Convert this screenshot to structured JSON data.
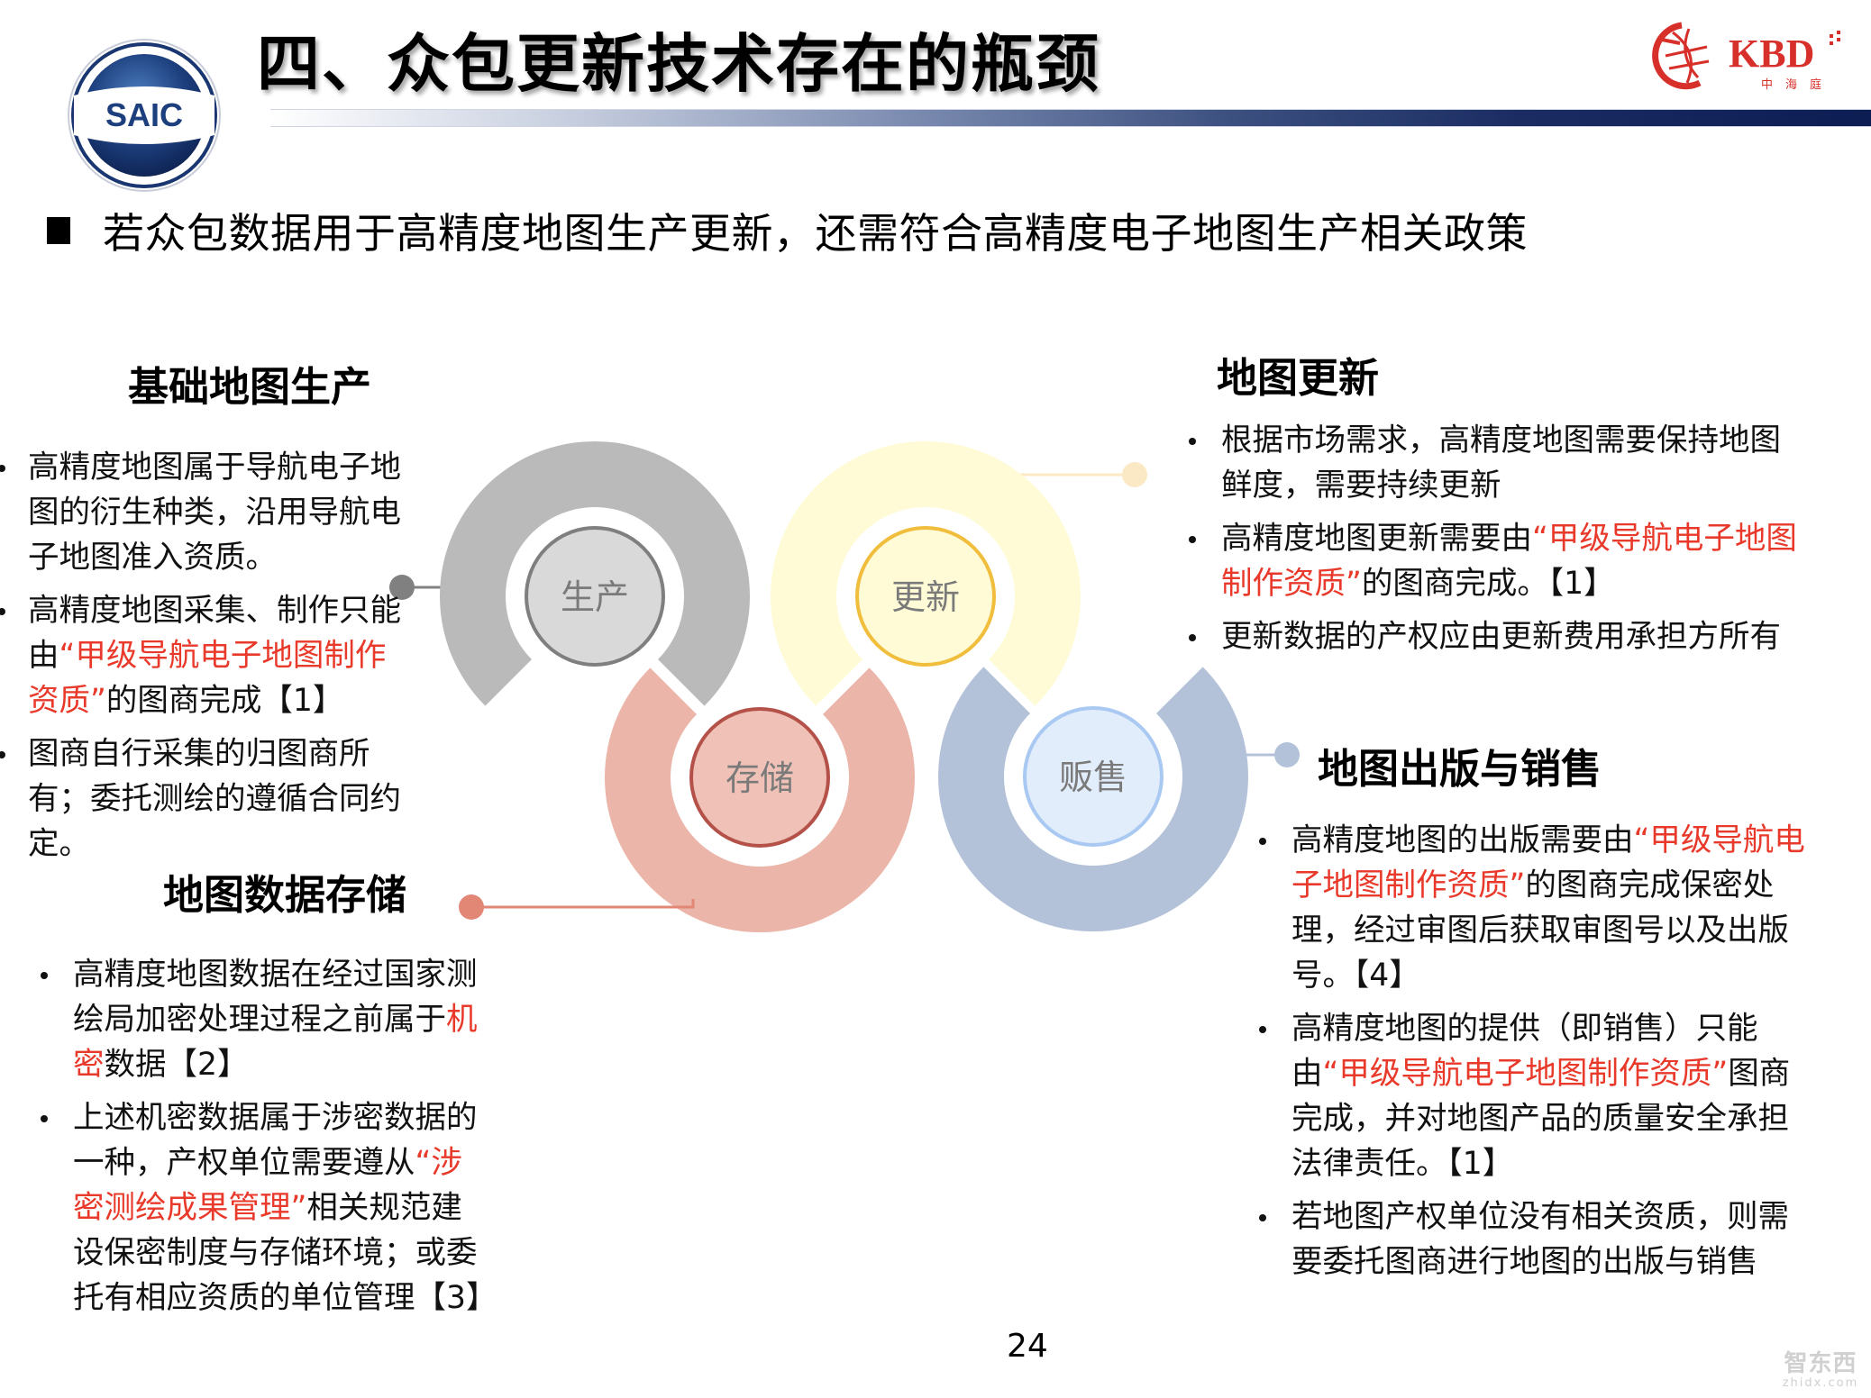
{
  "header": {
    "title": "四、众包更新技术存在的瓶颈",
    "logo_left": "SAIC",
    "logo_right": {
      "text": "KBD",
      "subtext": "中海庭",
      "icon": "globe-icon"
    }
  },
  "subtitle": "若众包数据用于高精度地图生产更新，还需符合高精度电子地图生产相关政策",
  "diagram": {
    "nodes": [
      {
        "label": "生产",
        "ring_color": "#bababa",
        "core_fill": "#d9d9d9",
        "core_stroke": "#7f7f7f"
      },
      {
        "label": "更新",
        "ring_color": "#fffbd6",
        "core_fill": "#fffbd6",
        "core_stroke": "#f1bd3c"
      },
      {
        "label": "存储",
        "ring_color": "#ebb5a9",
        "core_fill": "#f0c1b6",
        "core_stroke": "#b4524a"
      },
      {
        "label": "贩售",
        "ring_color": "#b4c2d9",
        "core_fill": "#e1edfb",
        "core_stroke": "#a9c9f2"
      }
    ],
    "connector_colors": {
      "production": "#808080",
      "update": "#fbe9c6",
      "storage": "#e28675",
      "sales": "#b4c2d9"
    }
  },
  "sections": {
    "production": {
      "heading": "基础地图生产",
      "bullets": [
        {
          "parts": [
            {
              "t": "高精度地图属于导航电子地图的衍生种类，沿用导航电子地图准入资质。",
              "red": false
            }
          ]
        },
        {
          "parts": [
            {
              "t": "高精度地图采集、制作只能由",
              "red": false
            },
            {
              "t": "“甲级导航电子地图制作资质”",
              "red": true
            },
            {
              "t": "的图商完成【1】",
              "red": false
            }
          ]
        },
        {
          "parts": [
            {
              "t": "图商自行采集的归图商所有；委托测绘的遵循合同约定。",
              "red": false
            }
          ]
        }
      ]
    },
    "update": {
      "heading": "地图更新",
      "bullets": [
        {
          "parts": [
            {
              "t": "根据市场需求，高精度地图需要保持地图鲜度，需要持续更新",
              "red": false
            }
          ]
        },
        {
          "parts": [
            {
              "t": "高精度地图更新需要由",
              "red": false
            },
            {
              "t": "“甲级导航电子地图制作资质”",
              "red": true
            },
            {
              "t": "的图商完成。【1】",
              "red": false
            }
          ]
        },
        {
          "parts": [
            {
              "t": "更新数据的产权应由更新费用承担方所有",
              "red": false
            }
          ]
        }
      ]
    },
    "storage": {
      "heading": "地图数据存储",
      "bullets": [
        {
          "parts": [
            {
              "t": "高精度地图数据在经过国家测绘局加密处理过程之前属于",
              "red": false
            },
            {
              "t": "机密",
              "red": true
            },
            {
              "t": "数据【2】",
              "red": false
            }
          ]
        },
        {
          "parts": [
            {
              "t": "上述机密数据属于涉密数据的一种，产权单位需要遵从",
              "red": false
            },
            {
              "t": "“涉密测绘成果管理”",
              "red": true
            },
            {
              "t": "相关规范建设保密制度与存储环境；或委托有相应资质的单位管理【3】",
              "red": false
            }
          ]
        }
      ]
    },
    "sales": {
      "heading": "地图出版与销售",
      "bullets": [
        {
          "parts": [
            {
              "t": "高精度地图的出版需要由",
              "red": false
            },
            {
              "t": "“甲级导航电子地图制作资质”",
              "red": true
            },
            {
              "t": "的图商完成保密处理，经过审图后获取审图号以及出版号。【4】",
              "red": false
            }
          ]
        },
        {
          "parts": [
            {
              "t": "高精度地图的提供（即销售）只能由",
              "red": false
            },
            {
              "t": "“甲级导航电子地图制作资质”",
              "red": true
            },
            {
              "t": "图商完成，并对地图产品的质量安全承担法律责任。【1】",
              "red": false
            }
          ]
        },
        {
          "parts": [
            {
              "t": "若地图产权单位没有相关资质，则需要委托图商进行地图的出版与销售",
              "red": false
            }
          ]
        }
      ]
    }
  },
  "footer": {
    "page_number": "24",
    "watermark_cn": "智东西",
    "watermark_en": "zhidx.com"
  },
  "colors": {
    "accent_red": "#e8392a",
    "title_bar_dark": "#0b1d52",
    "saic_blue": "#1d3f7e",
    "kbd_red": "#d7302b"
  }
}
